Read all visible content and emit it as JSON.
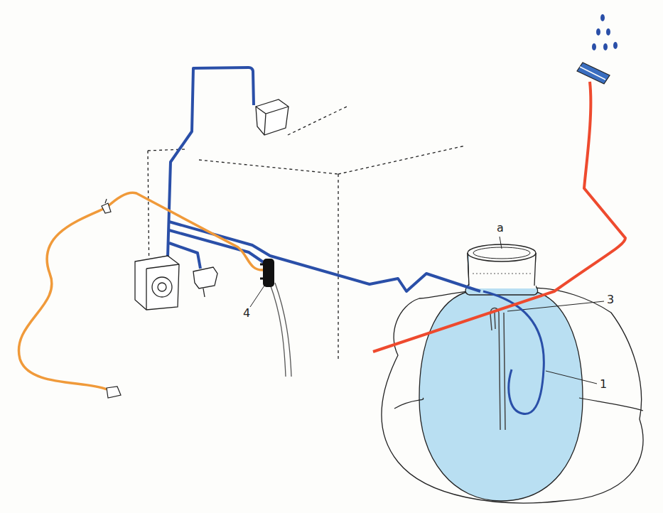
{
  "diagram": {
    "labels": [
      "a",
      "3",
      "1",
      "4"
    ]
  }
}
